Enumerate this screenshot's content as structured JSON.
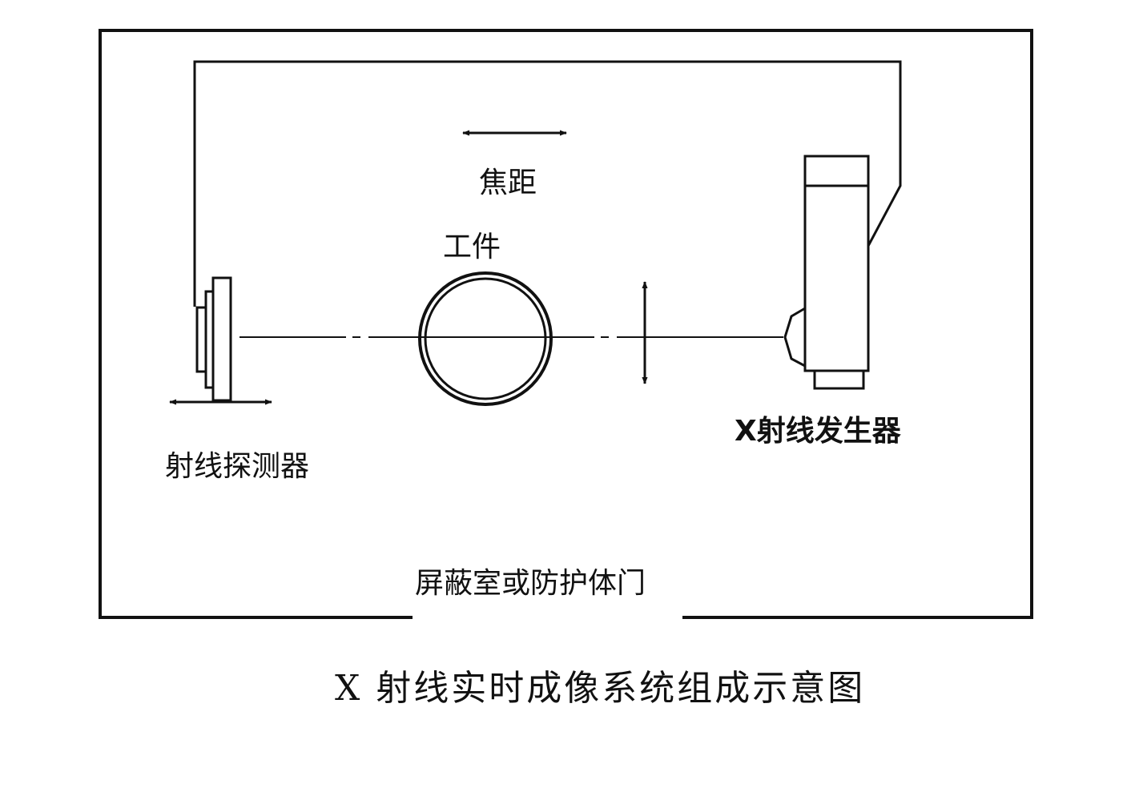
{
  "labels": {
    "focal_distance": "焦距",
    "workpiece": "工件",
    "detector": "射线探测器",
    "generator": "X射线发生器",
    "shield_door": "屏蔽室或防护体门"
  },
  "caption": "X 射线实时成像系统组成示意图",
  "colors": {
    "line": "#111111",
    "background": "#ffffff"
  }
}
